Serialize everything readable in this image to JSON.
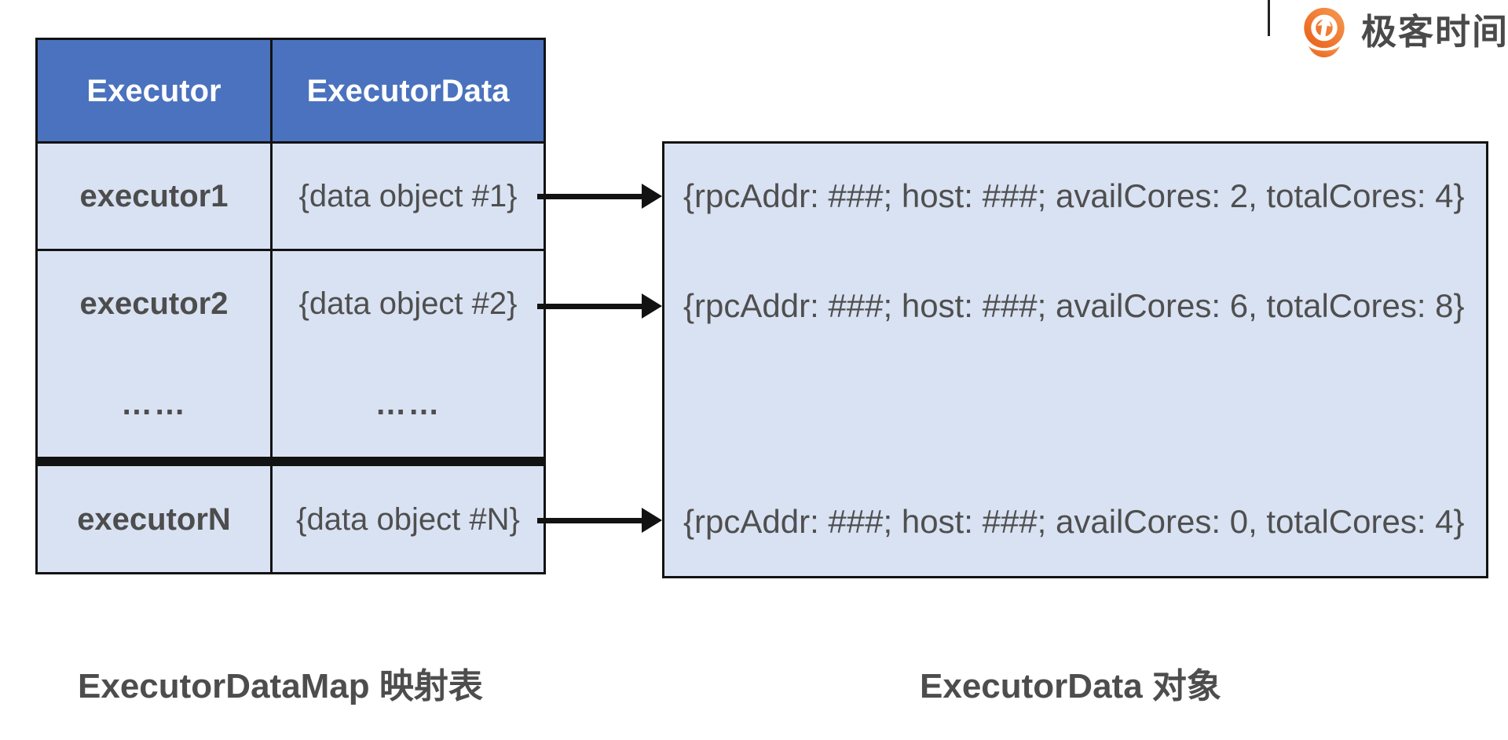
{
  "logo": {
    "brand_text": "极客时间",
    "icon": "geektime-pin-icon",
    "orange_dark": "#e85f17",
    "orange_light": "#f79a52",
    "text_color": "#4a4a4a"
  },
  "map_table": {
    "headers": [
      "Executor",
      "ExecutorData"
    ],
    "rows": [
      {
        "executor": "executor1",
        "data": "{data object #1}"
      },
      {
        "executor": "executor2",
        "data": "{data object #2}"
      },
      {
        "executor": "……",
        "data": "……"
      },
      {
        "executor": "executorN",
        "data": "{data object #N}"
      }
    ],
    "header_bg": "#4a72be",
    "header_text_color": "#ffffff",
    "cell_bg": "#d9e2f2",
    "border_color": "#121212"
  },
  "executor_data_box": {
    "lines": [
      "{rpcAddr: ###; host: ###; availCores: 2, totalCores: 4}",
      "{rpcAddr: ###; host: ###; availCores: 6, totalCores: 8}",
      "{rpcAddr: ###; host: ###; availCores: 0, totalCores: 4}"
    ],
    "bg": "#d9e2f2",
    "text_color": "#4f4f4f"
  },
  "captions": {
    "left": "ExecutorDataMap 映射表",
    "right": "ExecutorData 对象"
  }
}
